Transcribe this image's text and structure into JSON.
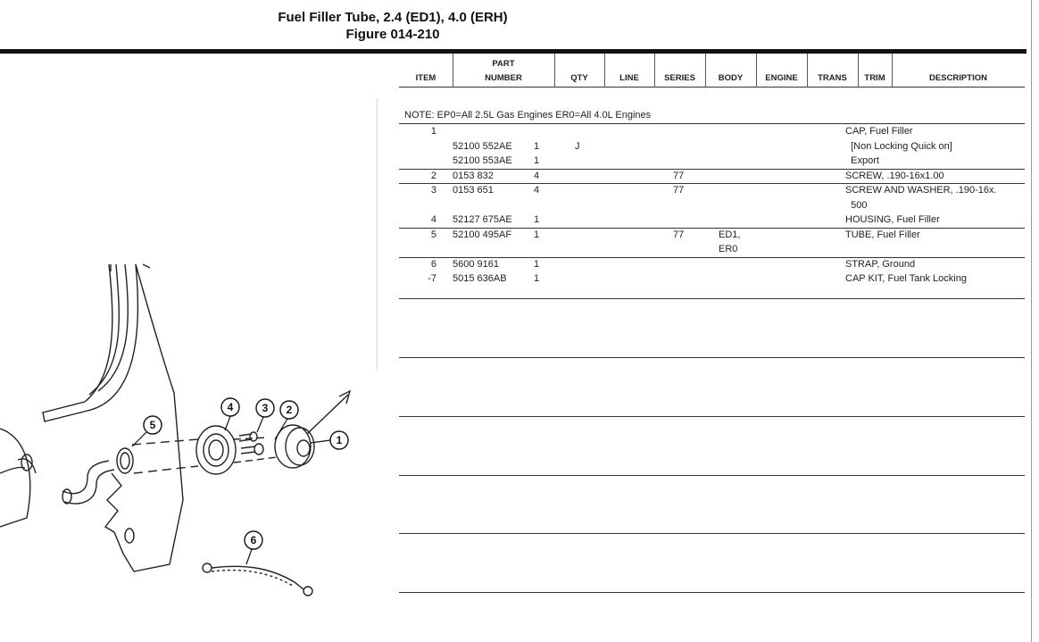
{
  "header": {
    "title": "Fuel Filler Tube, 2.4 (ED1), 4.0 (ERH)",
    "figure": "Figure 014-210"
  },
  "columns": {
    "item": "ITEM",
    "part_top": "PART",
    "part_bottom": "NUMBER",
    "qty": "QTY",
    "line": "LINE",
    "series": "SERIES",
    "body": "BODY",
    "engine": "ENGINE",
    "trans": "TRANS",
    "trim": "TRIM",
    "description": "DESCRIPTION"
  },
  "note": "NOTE: EP0=All 2.5L Gas Engines ER0=All 4.0L Engines",
  "rows": [
    {
      "item": "1",
      "part": "",
      "qty": "",
      "line": "",
      "body": "",
      "engine": "",
      "desc": "CAP, Fuel Filler"
    },
    {
      "item": "",
      "part": "52100 552AE",
      "qty": "1",
      "line": "J",
      "body": "",
      "engine": "",
      "desc": "  [Non Locking Quick on]"
    },
    {
      "item": "",
      "part": "52100 553AE",
      "qty": "1",
      "line": "",
      "body": "",
      "engine": "",
      "desc": "  Export"
    },
    {
      "item": "2",
      "part": "0153 832",
      "qty": "4",
      "line": "",
      "body": "77",
      "engine": "",
      "desc": "SCREW, .190-16x1.00"
    },
    {
      "item": "3",
      "part": "0153 651",
      "qty": "4",
      "line": "",
      "body": "77",
      "engine": "",
      "desc": "SCREW AND WASHER, .190-16x."
    },
    {
      "item": "",
      "part": "",
      "qty": "",
      "line": "",
      "body": "",
      "engine": "",
      "desc": "  500"
    },
    {
      "item": "4",
      "part": "52127 675AE",
      "qty": "1",
      "line": "",
      "body": "",
      "engine": "",
      "desc": "HOUSING, Fuel Filler"
    },
    {
      "item": "5",
      "part": "52100 495AF",
      "qty": "1",
      "line": "",
      "body": "77",
      "engine": "ED1,",
      "desc": "TUBE, Fuel Filler"
    },
    {
      "item": "",
      "part": "",
      "qty": "",
      "line": "",
      "body": "",
      "engine": "ER0",
      "desc": ""
    },
    {
      "item": "6",
      "part": "5600 9161",
      "qty": "1",
      "line": "",
      "body": "",
      "engine": "",
      "desc": "STRAP, Ground"
    },
    {
      "item": "-7",
      "part": "5015 636AB",
      "qty": "1",
      "line": "",
      "body": "",
      "engine": "",
      "desc": "CAP KIT, Fuel Tank Locking"
    }
  ],
  "callouts": {
    "c1": "1",
    "c2": "2",
    "c3": "3",
    "c4": "4",
    "c5": "5",
    "c6": "6"
  }
}
